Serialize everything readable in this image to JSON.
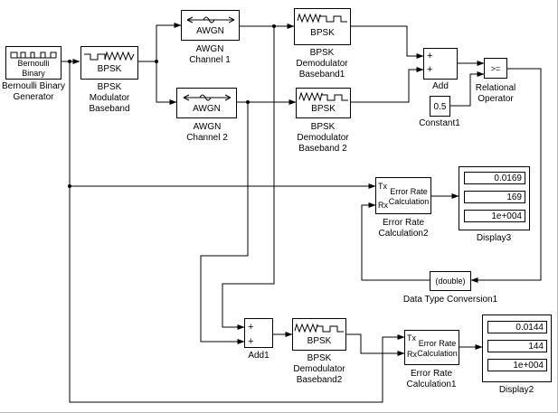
{
  "canvas": {
    "background": "#ffffff",
    "line_color": "#000000"
  },
  "icons": {
    "bernoulli_icon": "random-binary-waveform",
    "modulator_icon": "square-to-sine-waveform",
    "demodulator_icon": "sine-to-square-waveform",
    "awgn_icon": "noisy-channel-line"
  },
  "blocks": {
    "bernoulli": {
      "line1": "Bernoulli",
      "line2": "Binary",
      "label": "Bernoulli Binary\nGenerator"
    },
    "bpsk_mod": {
      "text": "BPSK",
      "label": "BPSK\nModulator\nBaseband"
    },
    "awgn1": {
      "text": "AWGN",
      "label": "AWGN\nChannel 1"
    },
    "awgn2": {
      "text": "AWGN",
      "label": "AWGN\nChannel 2"
    },
    "demod1": {
      "text": "BPSK",
      "label": "BPSK\nDemodulator\nBaseband1"
    },
    "demod2": {
      "text": "BPSK",
      "label": "BPSK\nDemodulator\nBaseband 2"
    },
    "add": {
      "plus1": "+",
      "plus2": "+",
      "label": "Add"
    },
    "relop": {
      "text": ">=",
      "label": "Relational\nOperator"
    },
    "constant1": {
      "text": "0.5",
      "label": "Constant1"
    },
    "erc2": {
      "tx": "Tx",
      "rx": "Rx",
      "text": "Error Rate\nCalculation",
      "label": "Error Rate\nCalculation2"
    },
    "display3": {
      "values": [
        "0.0169",
        "169",
        "1e+004"
      ],
      "label": "Display3"
    },
    "dtc1": {
      "text": "(double)",
      "label": "Data Type Conversion1"
    },
    "add1": {
      "plus1": "+",
      "plus2": "+",
      "label": "Add1"
    },
    "demod3": {
      "text": "BPSK",
      "label": "BPSK\nDemodulator\nBaseband2"
    },
    "erc1": {
      "tx": "Tx",
      "rx": "Rx",
      "text": "Error Rate\nCalculation",
      "label": "Error Rate\nCalculation1"
    },
    "display2": {
      "values": [
        "0.0144",
        "144",
        "1e+004"
      ],
      "label": "Display2"
    }
  }
}
